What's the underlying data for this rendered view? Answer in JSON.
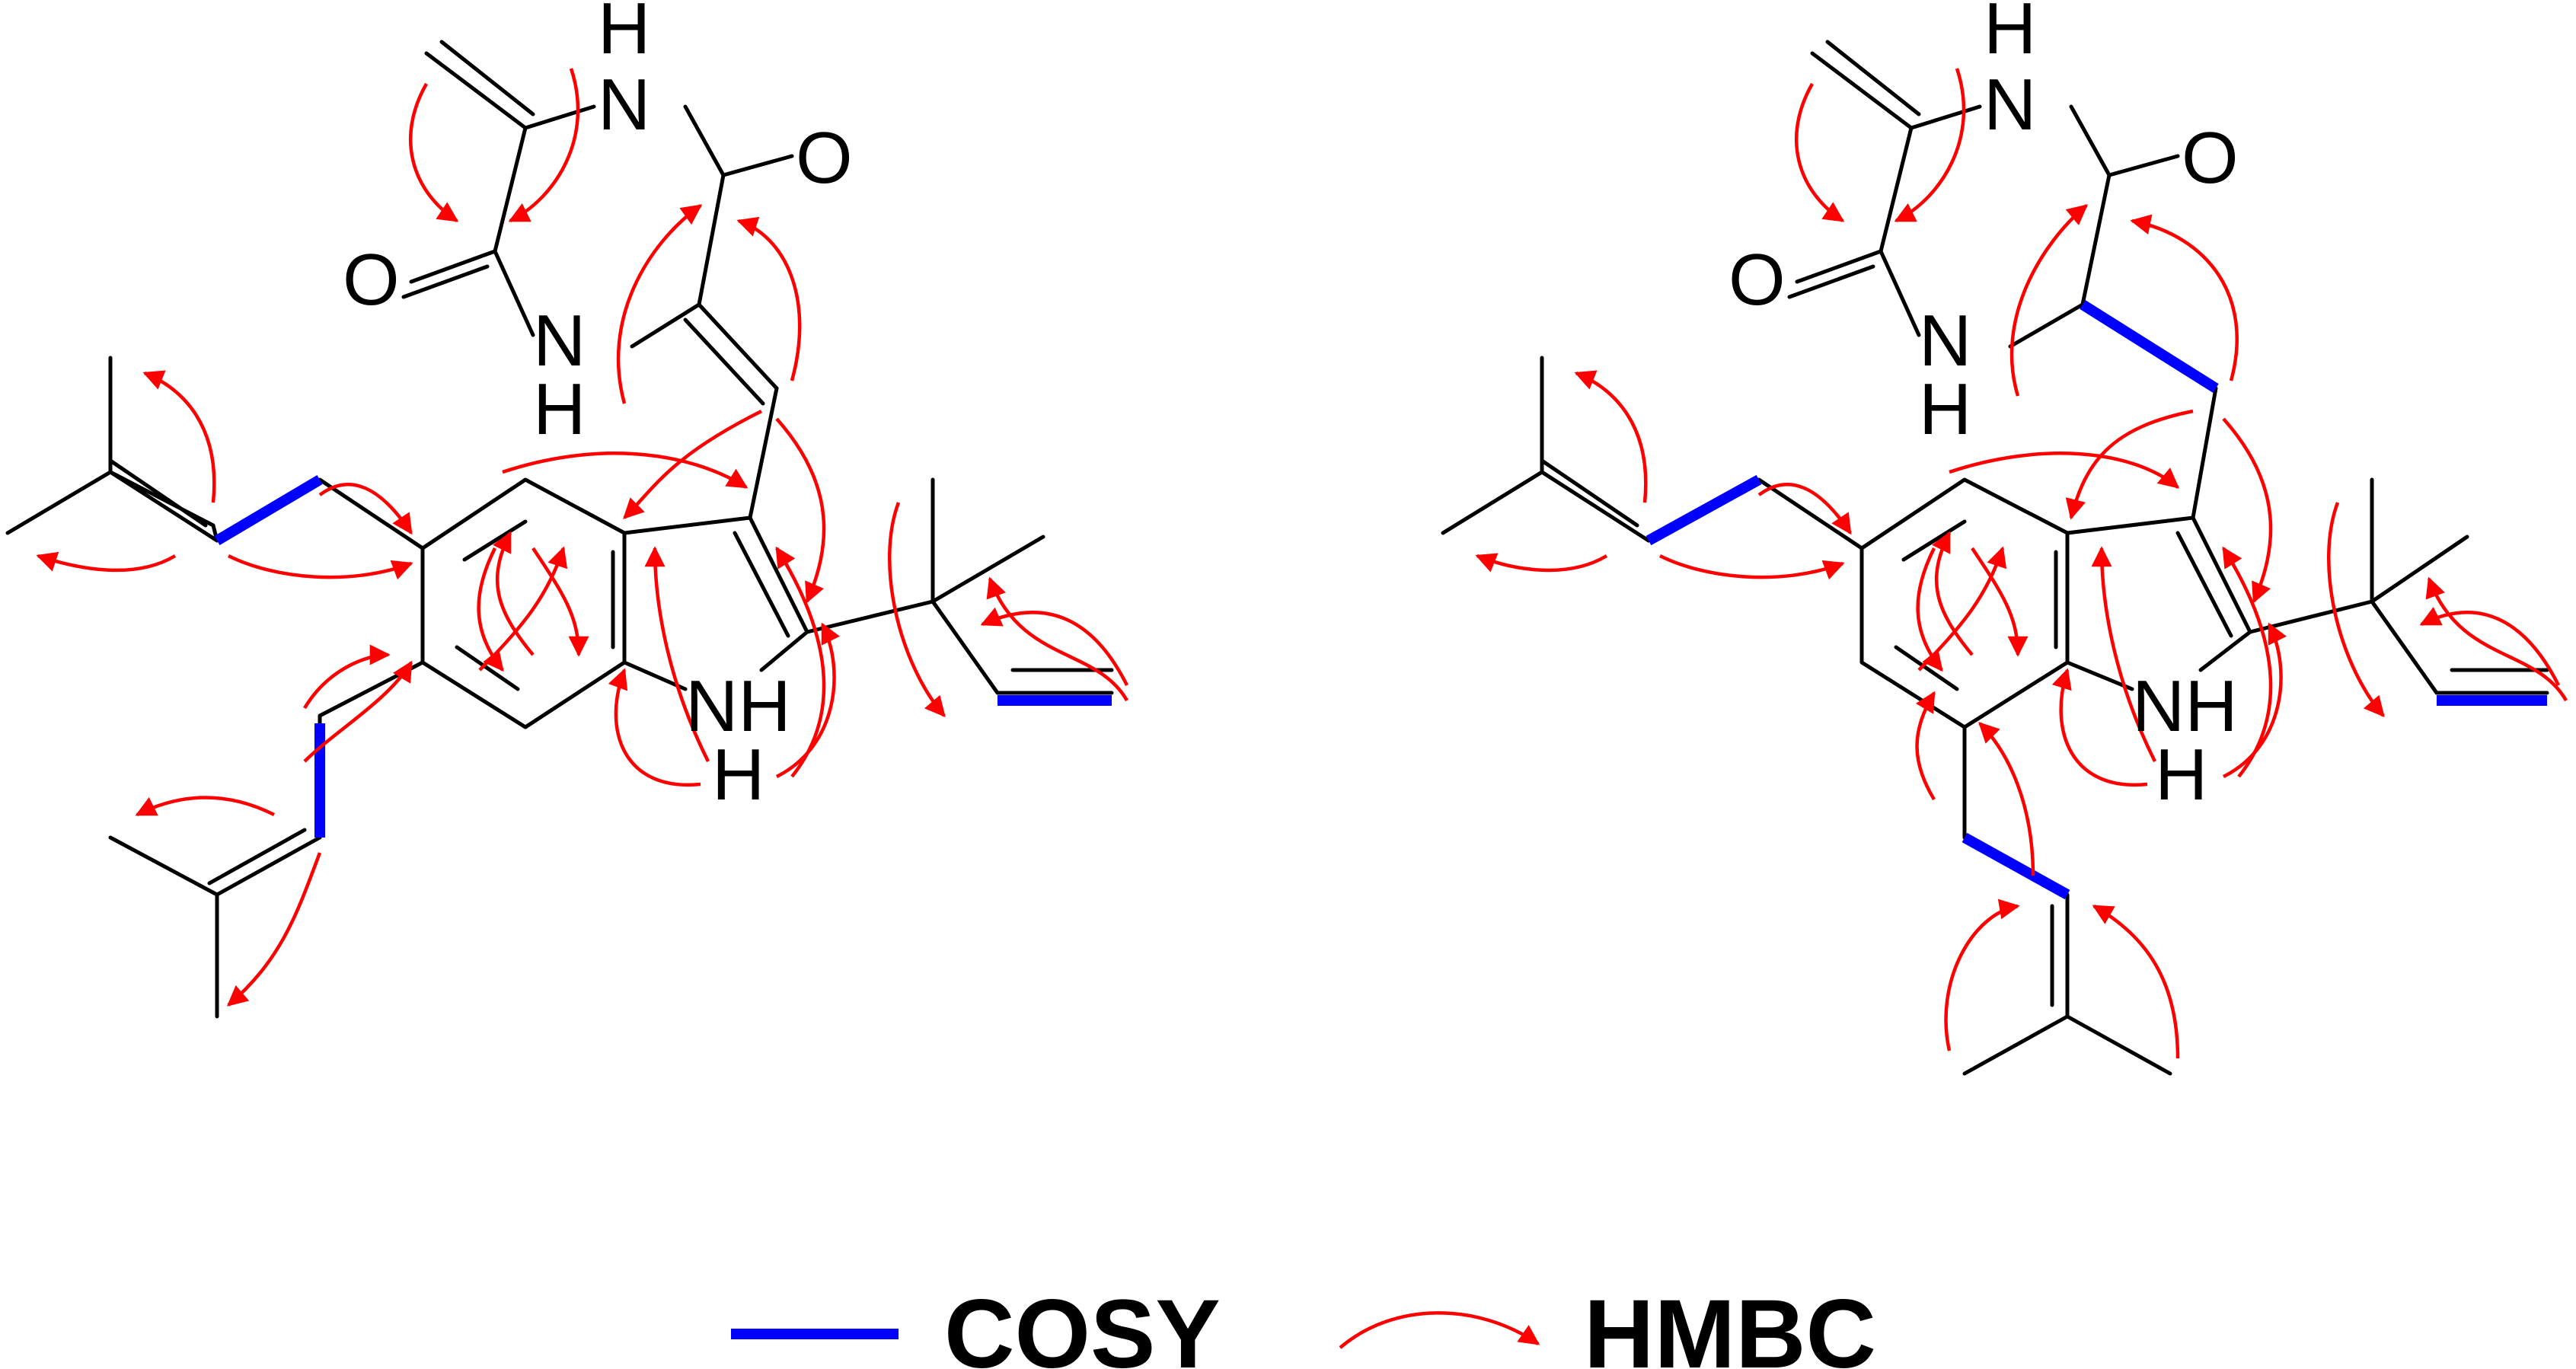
{
  "colors": {
    "bond": "#000000",
    "cosy": "#0000ff",
    "hmbc": "#ff0000"
  },
  "legend": {
    "cosy_label": "COSY",
    "hmbc_label": "HMBC"
  },
  "atoms": {
    "H": "H",
    "N": "N",
    "O": "O",
    "NH": "NH"
  }
}
